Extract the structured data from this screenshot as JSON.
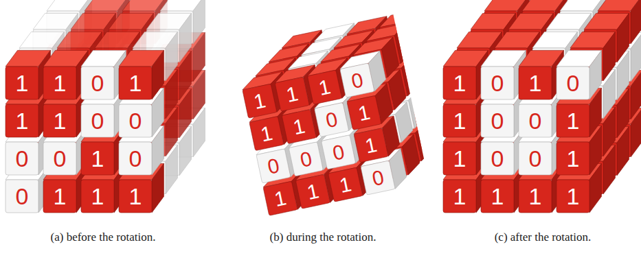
{
  "diagram": {
    "labels": [
      "1",
      "1",
      "0",
      "1",
      "1",
      "1",
      "0",
      "0",
      "0",
      "0",
      "1",
      "0",
      "0",
      "1",
      "1",
      "1",
      "1",
      "1",
      "1",
      "0",
      "1",
      "1",
      "0",
      "1",
      "0",
      "0",
      "0",
      "1",
      "1",
      "1",
      "1",
      "0",
      "1",
      "0",
      "1",
      "0",
      "1",
      "0",
      "0",
      "1",
      "1",
      "0",
      "0",
      "1",
      "1",
      "1",
      "1",
      "1",
      "(a) before the rotation.",
      "(b) during the rotation.",
      "(c) after the rotation."
    ]
  }
}
